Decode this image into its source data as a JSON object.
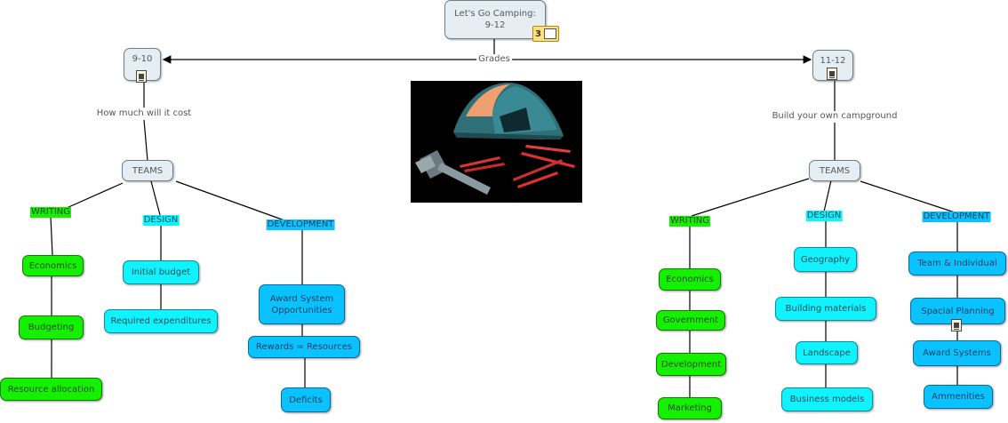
{
  "title": "Let's Go Camping: 9-12",
  "root_note_count": "3",
  "link_label": "Grades",
  "left": {
    "grade": "9-10",
    "question": "How much will it cost",
    "teams": "TEAMS",
    "writing": {
      "label": "WRITING",
      "items": [
        "Economics",
        "Budgeting",
        "Resource allocation"
      ]
    },
    "design": {
      "label": "DESIGN",
      "items": [
        "Initial budget",
        "Required expenditures"
      ]
    },
    "development": {
      "label": "DEVELOPMENT",
      "items": [
        "Award System Opportunities",
        "Rewards = Resources",
        "Deficits"
      ]
    }
  },
  "right": {
    "grade": "11-12",
    "question": "Build your own campground",
    "teams": "TEAMS",
    "writing": {
      "label": "WRITING",
      "items": [
        "Economics",
        "Government",
        "Development",
        "Marketing"
      ]
    },
    "design": {
      "label": "DESIGN",
      "items": [
        "Geography",
        "Building materials",
        "Landscape",
        "Business models"
      ]
    },
    "development": {
      "label": "DEVELOPMENT",
      "items": [
        "Team & Individual",
        "Spacial Planning",
        "Award Systems",
        "Ammenities"
      ]
    }
  },
  "image": {
    "description_icon": "tent-clipart-icon"
  },
  "colors": {
    "writing": "#15f000",
    "design": "#11f2ff",
    "development": "#0ac2ff",
    "neutral": "#e7eef3"
  }
}
